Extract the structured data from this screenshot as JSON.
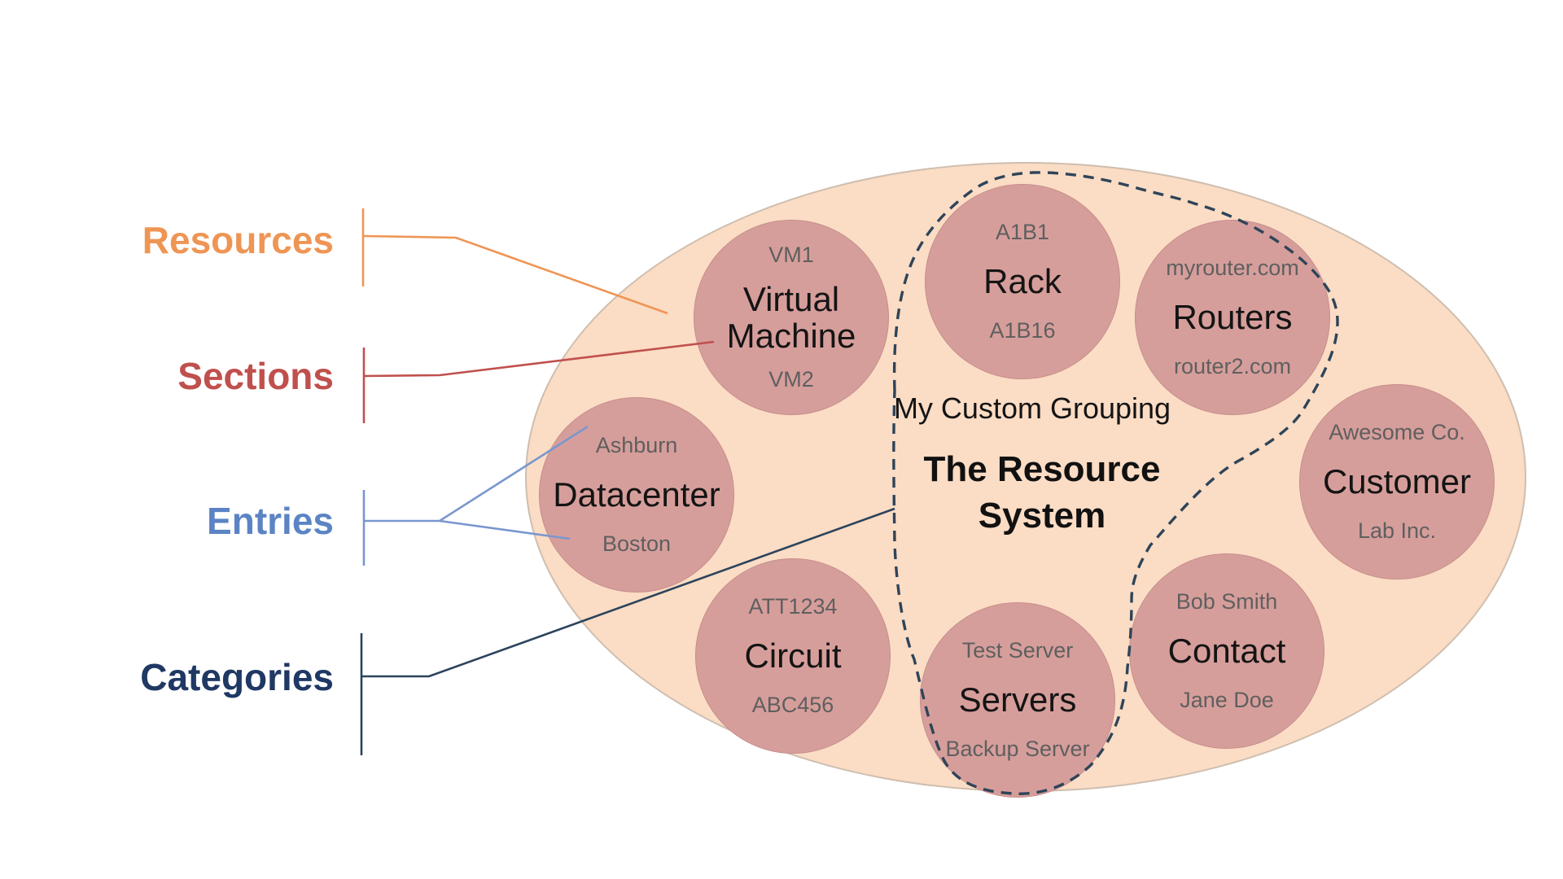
{
  "diagram_title": "The Resource System",
  "legend": {
    "items": [
      {
        "label": "Resources",
        "color": "#EF9554",
        "points_to": "whole system ellipse"
      },
      {
        "label": "Sections",
        "color": "#C0504D",
        "points_to": "Virtual Machine circle"
      },
      {
        "label": "Entries",
        "color": "#5B84C4",
        "points_to": "Ashburn and Boston entries"
      },
      {
        "label": "Categories",
        "color": "#1F3864",
        "points_to": "custom grouping boundary"
      }
    ]
  },
  "system": {
    "grouping_label": "My Custom Grouping",
    "title_line1": "The Resource",
    "title_line2": "System"
  },
  "circles": [
    {
      "category": "Virtual Machine",
      "top_entry": "VM1",
      "bottom_entry": "VM2",
      "in_custom_grouping": false
    },
    {
      "category": "Rack",
      "top_entry": "A1B1",
      "bottom_entry": "A1B16",
      "in_custom_grouping": true
    },
    {
      "category": "Routers",
      "top_entry": "myrouter.com",
      "bottom_entry": "router2.com",
      "in_custom_grouping": true
    },
    {
      "category": "Datacenter",
      "top_entry": "Ashburn",
      "bottom_entry": "Boston",
      "in_custom_grouping": false
    },
    {
      "category": "Customer",
      "top_entry": "Awesome Co.",
      "bottom_entry": "Lab Inc.",
      "in_custom_grouping": false
    },
    {
      "category": "Circuit",
      "top_entry": "ATT1234",
      "bottom_entry": "ABC456",
      "in_custom_grouping": false
    },
    {
      "category": "Servers",
      "top_entry": "Test Server",
      "bottom_entry": "Backup Server",
      "in_custom_grouping": true
    },
    {
      "category": "Contact",
      "top_entry": "Bob Smith",
      "bottom_entry": "Jane Doe",
      "in_custom_grouping": false
    }
  ],
  "colors": {
    "resources": "#EF9554",
    "sections": "#C0504D",
    "entries": "#7A97CE",
    "categories": "#2B435C",
    "boundary": "#2E4459",
    "ellipse_fill": "#FBDCC4",
    "circle_fill": "#D69E9B"
  }
}
